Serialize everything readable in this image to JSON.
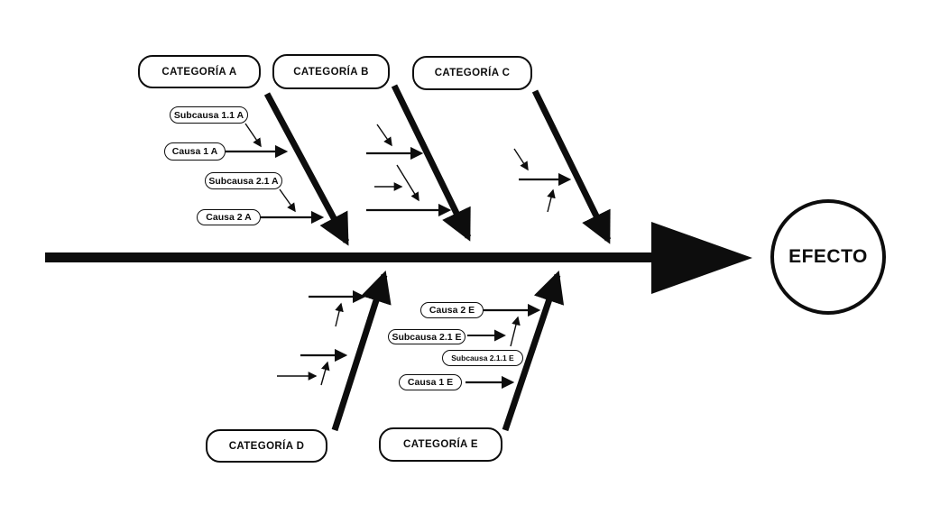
{
  "diagram_type": "ishikawa-fishbone",
  "effect": {
    "label": "EFECTO"
  },
  "categories": [
    {
      "label": "CATEGORÍA A"
    },
    {
      "label": "CATEGORÍA B"
    },
    {
      "label": "CATEGORÍA C"
    },
    {
      "label": "CATEGORÍA D"
    },
    {
      "label": "CATEGORÍA E"
    }
  ],
  "causes": {
    "category_a": [
      {
        "label": "Subcausa 1.1 A"
      },
      {
        "label": "Causa 1 A"
      },
      {
        "label": "Subcausa 2.1 A"
      },
      {
        "label": "Causa 2 A"
      }
    ],
    "category_e": [
      {
        "label": "Causa 2 E"
      },
      {
        "label": "Subcausa 2.1 E"
      },
      {
        "label": "Subcausa 2.1.1 E"
      },
      {
        "label": "Causa 1 E"
      }
    ]
  },
  "colors": {
    "ink": "#0d0d0d",
    "background": "#ffffff"
  }
}
